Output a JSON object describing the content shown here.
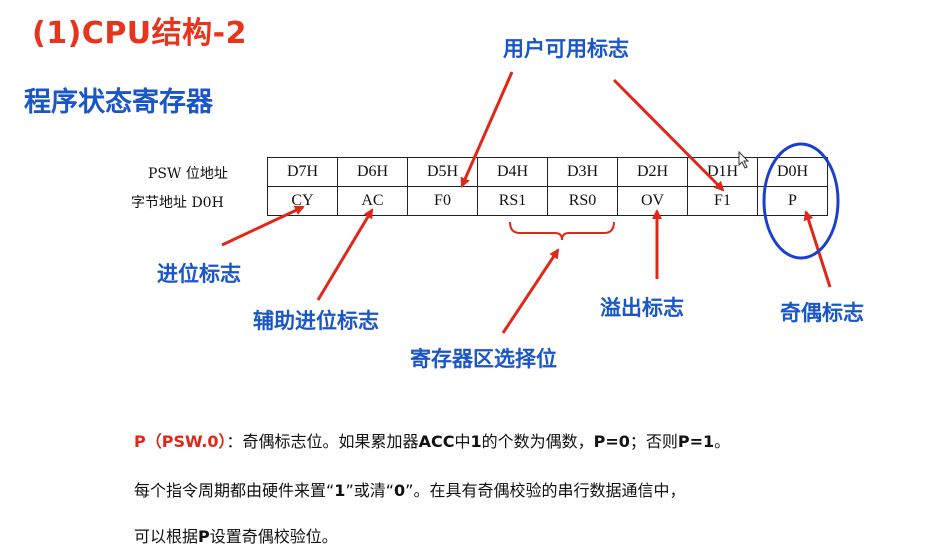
{
  "title": "(1)CPU结构-2",
  "subtitle": "程序状态寄存器",
  "row_labels": {
    "bit_address": "PSW  位地址",
    "byte_address": "字节地址  D0H"
  },
  "register": {
    "bit_addresses": [
      "D7H",
      "D6H",
      "D5H",
      "D4H",
      "D3H",
      "D2H",
      "D1H",
      "D0H"
    ],
    "bit_names": [
      "CY",
      "AC",
      "F0",
      "RS1",
      "RS0",
      "OV",
      "F1",
      "P"
    ]
  },
  "annotations": {
    "user_flag": "用户可用标志",
    "carry_flag": "进位标志",
    "aux_carry_flag": "辅助进位标志",
    "bank_select": "寄存器区选择位",
    "overflow_flag": "溢出标志",
    "parity_flag": "奇偶标志"
  },
  "paragraph": {
    "line1_head": "P（PSW.0）",
    "line1_a": "：奇偶标志位。如果累加器",
    "line1_acc": "ACC",
    "line1_b": "中",
    "line1_one": "1",
    "line1_c": "的个数为偶数，",
    "line1_p0": "P=0",
    "line1_d": "；否则",
    "line1_p1": "P=1",
    "line1_e": "。",
    "line2_a": "每个指令周期都由硬件来置“",
    "line2_one": "1",
    "line2_b": "”或清“",
    "line2_zero": "0",
    "line2_c": "”。在具有奇偶校验的串行数据通信中，",
    "line3_a": "可以根据",
    "line3_p": "P",
    "line3_b": "设置奇偶校验位。"
  },
  "colors": {
    "title": "#e8341c",
    "label_blue": "#1a56c8",
    "arrow_red": "#e0281a",
    "ellipse_blue": "#1a3fcf"
  }
}
